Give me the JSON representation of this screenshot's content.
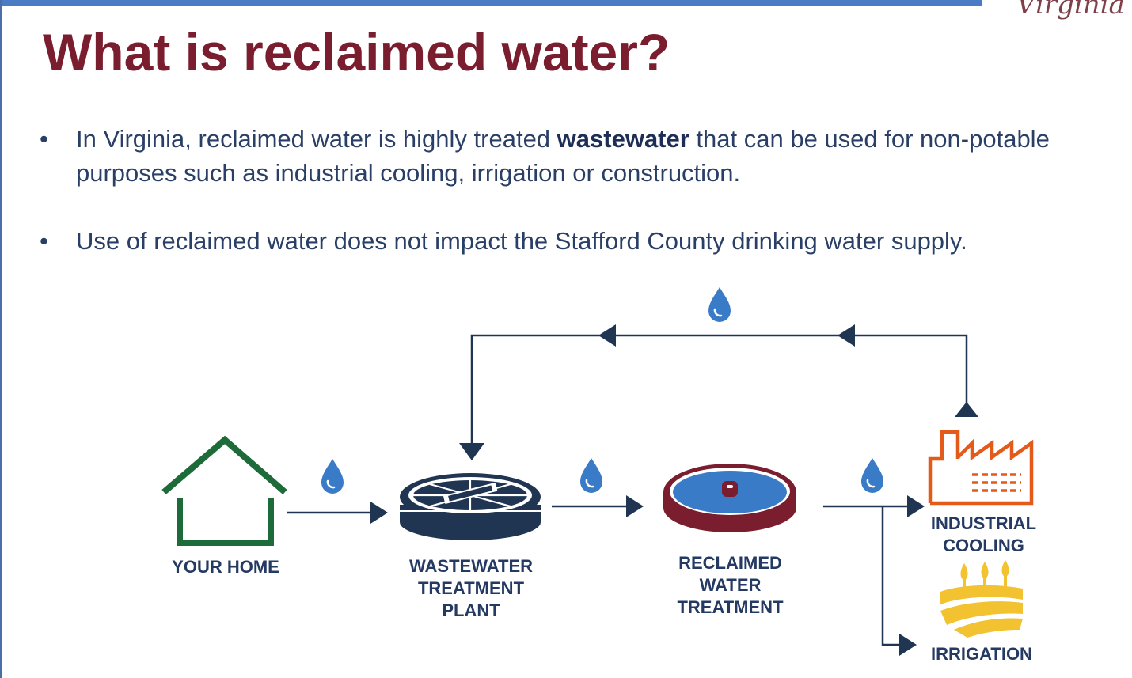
{
  "header": {
    "logo_text": "Virginia"
  },
  "title": "What is reclaimed water?",
  "bullets": [
    {
      "marker": "•",
      "before": "In Virginia, reclaimed water is highly treated ",
      "bold": "wastewater",
      "after": " that can be used for non-potable purposes such as industrial cooling, irrigation or construction."
    },
    {
      "marker": "•",
      "before": "Use of reclaimed water does not impact the Stafford County drinking water supply.",
      "bold": "",
      "after": ""
    }
  ],
  "diagram": {
    "nodes": {
      "home": "YOUR HOME",
      "wwtp": "WASTEWATER\nTREATMENT\nPLANT",
      "rwt": "RECLAIMED\nWATER\nTREATMENT",
      "industrial": "INDUSTRIAL\nCOOLING",
      "irrigation": "IRRIGATION"
    },
    "icons": [
      "house-icon",
      "treatment-plant-icon",
      "clarifier-icon",
      "factory-icon",
      "farm-field-icon",
      "water-drop-icon"
    ],
    "colors": {
      "flow_line": "#1f3552",
      "drop": "#3a7bc8",
      "home": "#1e6b3a",
      "plant": "#1f3552",
      "reclaimed": "#7a1d2e",
      "reclaimed_fill": "#3a7bc8",
      "industrial": "#e35a1b",
      "irrigation": "#f2c230"
    }
  }
}
